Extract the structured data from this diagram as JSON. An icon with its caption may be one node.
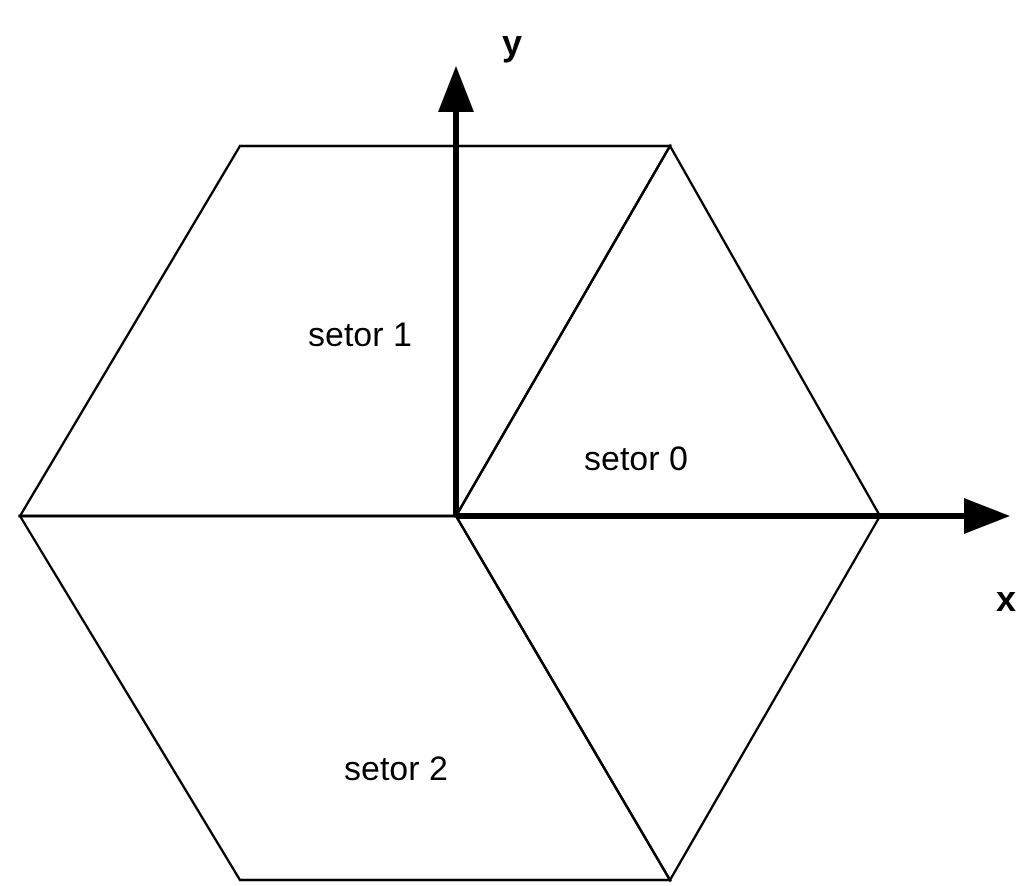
{
  "diagram": {
    "nodes": [
      {
        "text": [
          "setor 1"
        ]
      },
      {
        "text": [
          "setor 0"
        ]
      },
      {
        "text": [
          "setor 2"
        ]
      },
      {
        "text": [],
        "shape": "triangle"
      }
    ],
    "labels": [
      "y",
      "x"
    ]
  }
}
